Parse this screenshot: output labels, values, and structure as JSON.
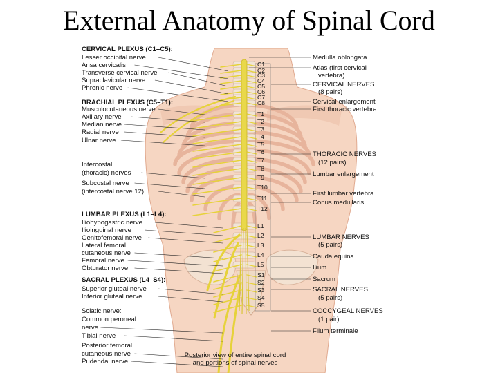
{
  "title": "External Anatomy of Spinal Cord",
  "figure": {
    "caption_lines": [
      "Posterior view of entire spinal cord",
      "and portions of spinal nerves"
    ],
    "segments": [
      "C1",
      "C2",
      "C3",
      "C4",
      "C5",
      "C6",
      "C7",
      "C8",
      "T1",
      "T2",
      "T3",
      "T4",
      "T5",
      "T6",
      "T7",
      "T8",
      "T9",
      "T10",
      "T11",
      "T12",
      "L1",
      "L2",
      "L3",
      "L4",
      "L5",
      "S1",
      "S2",
      "S3",
      "S4",
      "S5"
    ],
    "left_labels": [
      "CERVICAL PLEXUS (C1–C5):",
      "Lesser occipital nerve",
      "Ansa cervicalis",
      "Transverse cervical nerve",
      "Supraclavicular nerve",
      "Phrenic nerve",
      "BRACHIAL PLEXUS (C5–T1):",
      "Musculocutaneous nerve",
      "Axillary nerve",
      "Median nerve",
      "Radial nerve",
      "Ulnar nerve",
      "Intercostal",
      "(thoracic) nerves",
      "Subcostal nerve",
      "(intercostal nerve 12)",
      "LUMBAR PLEXUS (L1–L4):",
      "Iliohypogastric nerve",
      "Ilioinguinal nerve",
      "Genitofemoral nerve",
      "Lateral femoral",
      "cutaneous nerve",
      "Femoral nerve",
      "Obturator nerve",
      "SACRAL PLEXUS (L4–S4):",
      "Superior gluteal nerve",
      "Inferior gluteal nerve",
      "Sciatic nerve:",
      "Common peroneal",
      "nerve",
      "Tibial nerve",
      "Posterior femoral",
      "cutaneous nerve",
      "Pudendal nerve"
    ],
    "right_labels": [
      "Medulla oblongata",
      "Atlas (first cervical",
      "vertebra)",
      "CERVICAL NERVES",
      "(8 pairs)",
      "Cervical enlargement",
      "First thoracic vertebra",
      "THORACIC NERVES",
      "(12 pairs)",
      "Lumbar enlargement",
      "First lumbar vertebra",
      "Conus medullaris",
      "LUMBAR NERVES",
      "(5 pairs)",
      "Cauda equina",
      "Ilium",
      "Sacrum",
      "SACRAL NERVES",
      "(5 pairs)",
      "COCCYGEAL NERVES",
      "(1 pair)",
      "Filum terminale"
    ],
    "colors": {
      "skin": "#f6d6c2",
      "skin_shadow": "#eab9a1",
      "nerve": "#e6d23a",
      "rib": "#e7b49c",
      "bone": "#f1e4d6"
    }
  }
}
